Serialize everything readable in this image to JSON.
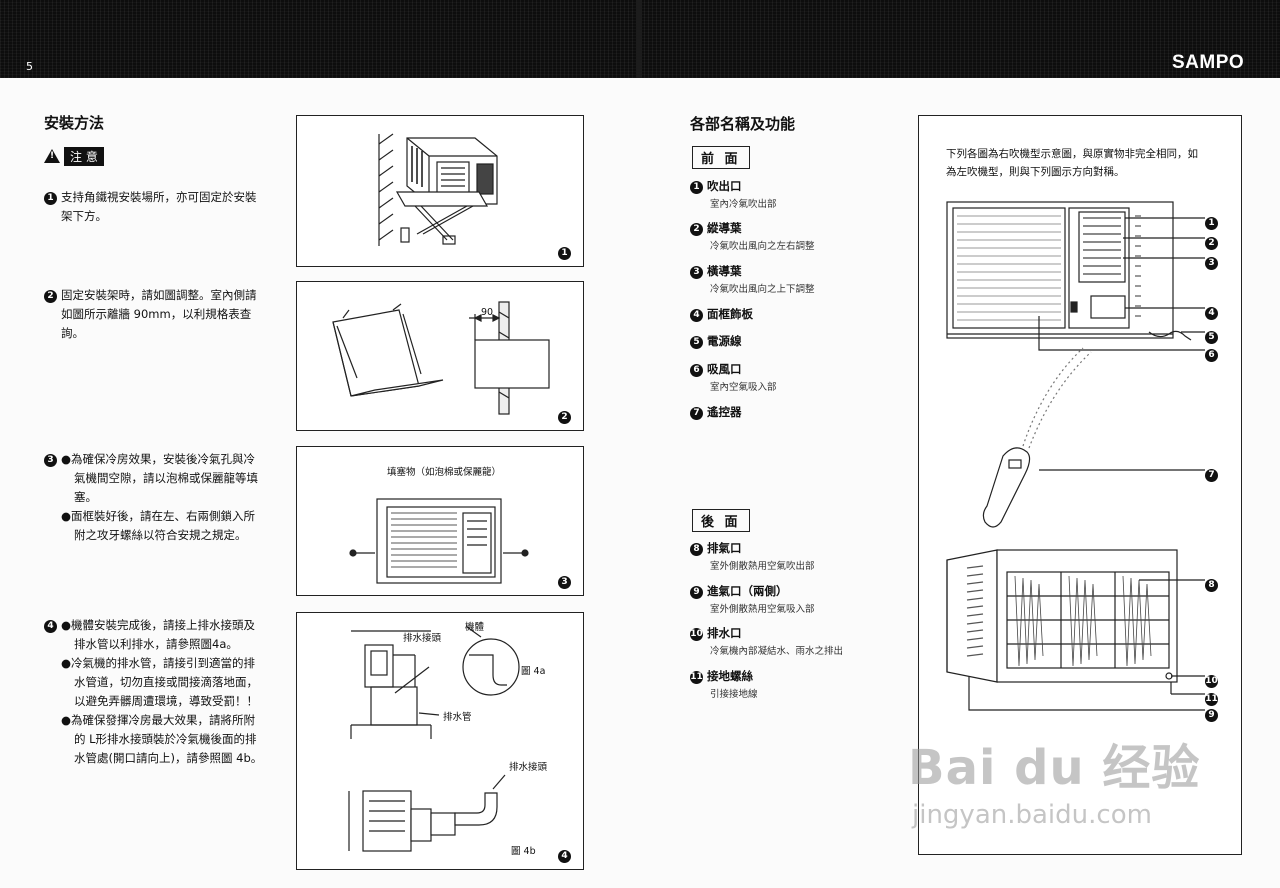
{
  "header": {
    "page_number": "5",
    "brand": "SAMPO"
  },
  "left": {
    "title": "安裝方法",
    "caution_label": "注 意",
    "steps": [
      {
        "num": "1",
        "lines": [
          "支持角鐵視安裝場所，亦可固定於安裝",
          "架下方。"
        ]
      },
      {
        "num": "2",
        "lines": [
          "固定安裝架時，請如圖調整。室內側請",
          "如圖所示離牆 90mm，以利規格表查",
          "詢。"
        ]
      },
      {
        "num": "3",
        "bullets": [
          [
            "為確保冷房效果，安裝後冷氣孔與冷",
            "氣機間空隙，請以泡棉或保麗龍等填",
            "塞。"
          ],
          [
            "面框裝好後，請在左、右兩側鎖入所",
            "附之攻牙螺絲以符合安規之規定。"
          ]
        ]
      },
      {
        "num": "4",
        "bullets": [
          [
            "機體安裝完成後，請接上排水接頭及",
            "排水管以利排水，請參照圖4a。"
          ],
          [
            "冷氣機的排水管，請接引到適當的排",
            "水管道，切勿直接或間接滴落地面，",
            "以避免弄髒周遭環境，導致受罰！！"
          ],
          [
            "為確保發揮冷房最大效果，請將所附",
            "的 L形排水接頭裝於冷氣機後面的排",
            "水管處(開口請向上)，請參照圖 4b。"
          ]
        ]
      }
    ],
    "bullet_symbol": "●",
    "figures": {
      "fig1_no": "1",
      "fig2_no": "2",
      "fig2_dim": "90",
      "fig3_no": "3",
      "fig3_label": "填塞物（如泡棉或保麗龍）",
      "fig4_no": "4",
      "fig4_drain_joint": "排水接頭",
      "fig4_body": "機體",
      "fig4_4a": "圖 4a",
      "fig4_pipe": "排水管",
      "fig4_drain_joint2": "排水接頭",
      "fig4_4b": "圖 4b"
    }
  },
  "right": {
    "title": "各部名稱及功能",
    "front_label": "前 面",
    "back_label": "後 面",
    "front_parts": [
      {
        "num": "1",
        "name": "吹出口",
        "desc": "室內冷氣吹出部"
      },
      {
        "num": "2",
        "name": "縱導葉",
        "desc": "冷氣吹出風向之左右調整"
      },
      {
        "num": "3",
        "name": "橫導葉",
        "desc": "冷氣吹出風向之上下調整"
      },
      {
        "num": "4",
        "name": "面框飾板",
        "desc": ""
      },
      {
        "num": "5",
        "name": "電源線",
        "desc": ""
      },
      {
        "num": "6",
        "name": "吸風口",
        "desc": "室內空氣吸入部"
      },
      {
        "num": "7",
        "name": "遙控器",
        "desc": ""
      }
    ],
    "back_parts": [
      {
        "num": "8",
        "name": "排氣口",
        "desc": "室外側散熱用空氣吹出部"
      },
      {
        "num": "9",
        "name": "進氣口（兩側）",
        "desc": "室外側散熱用空氣吸入部"
      },
      {
        "num": "10",
        "name": "排水口",
        "desc": "冷氣機內部凝結水、雨水之排出"
      },
      {
        "num": "11",
        "name": "接地螺絲",
        "desc": "引接接地線"
      }
    ],
    "note_lines": [
      "下列各圖為右吹機型示意圖，與原實物非完全相同，如",
      "為左吹機型，則與下列圖示方向對稱。"
    ],
    "callouts": [
      "1",
      "2",
      "3",
      "4",
      "5",
      "6",
      "7",
      "8",
      "10",
      "11",
      "9"
    ]
  },
  "watermark": {
    "line1": "Bai du 经验",
    "line2": "jingyan.baidu.com"
  }
}
